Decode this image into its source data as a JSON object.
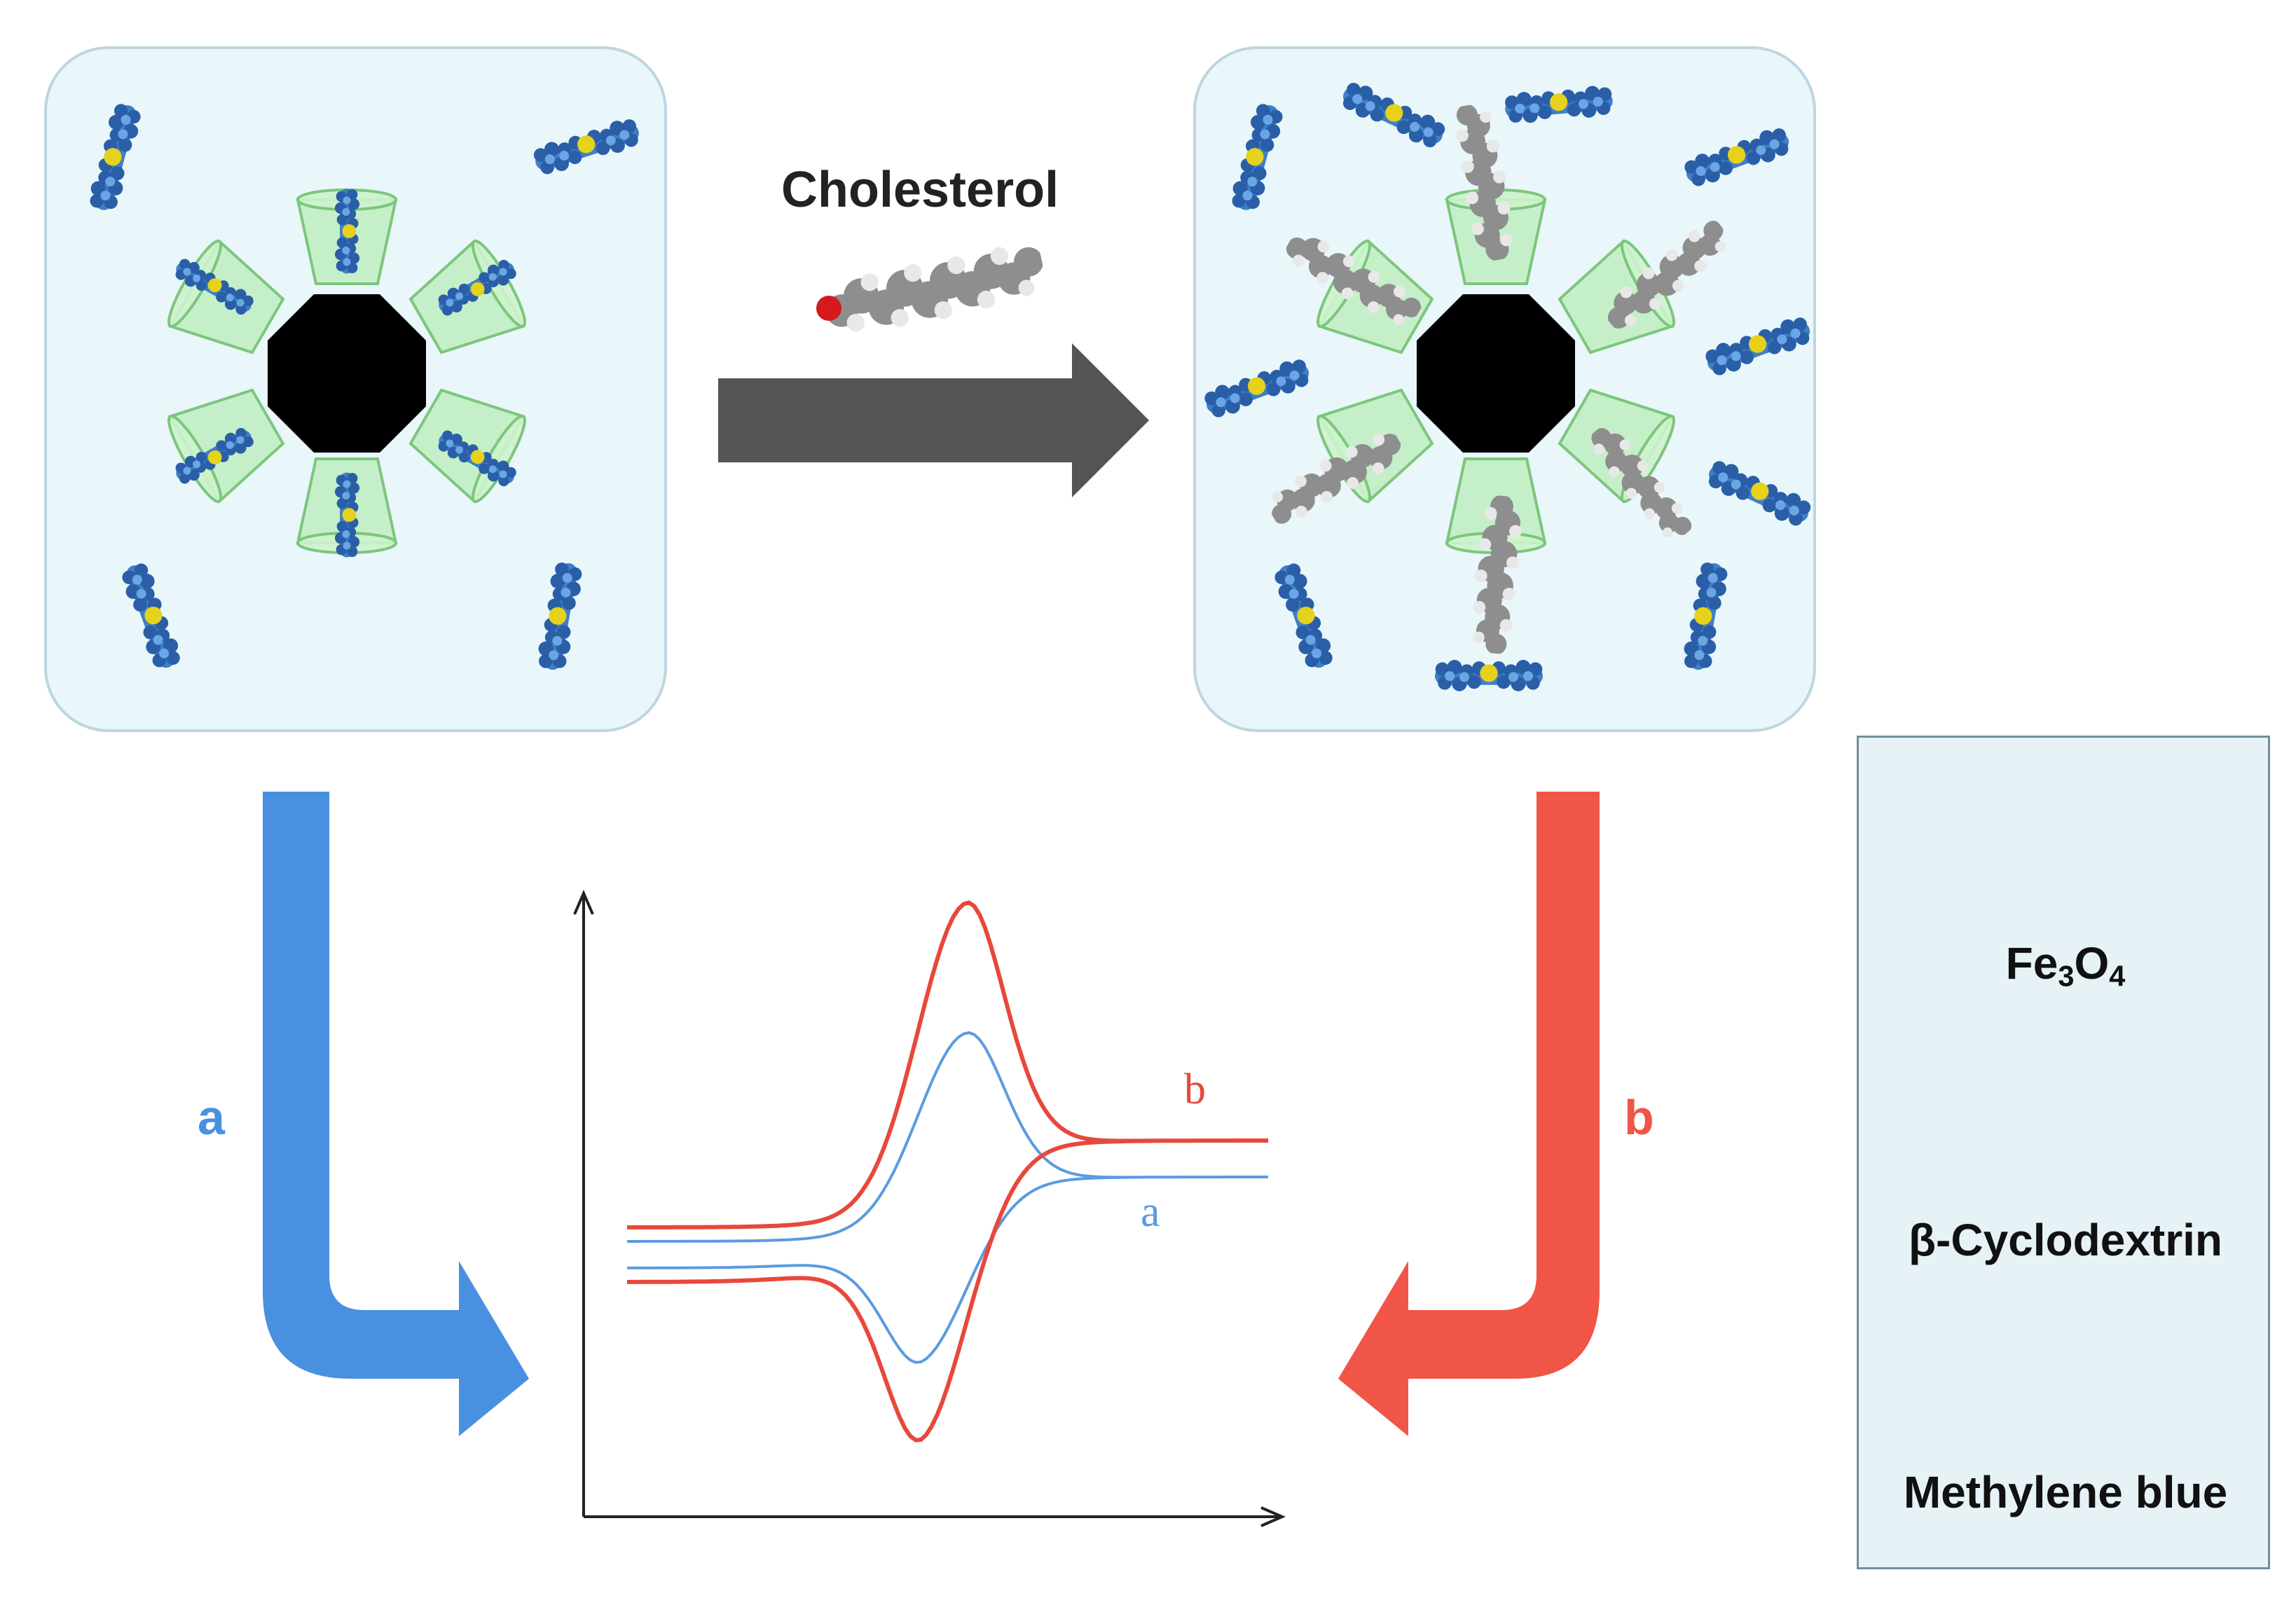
{
  "reagent_label": "Cholesterol",
  "arrow_a_label": "a",
  "arrow_b_label": "b",
  "curve_a_label": "a",
  "curve_b_label": "b",
  "legend": {
    "fe3o4": {
      "base": "Fe",
      "sub1": "3",
      "mid": "O",
      "sub2": "4"
    },
    "cyclodextrin": "β-Cyclodextrin",
    "methylene_blue": "Methylene blue"
  },
  "colors": {
    "panel_bg": "#e9f6fa",
    "cyclodextrin": "#b8ecb8",
    "methylene_blue": "#3f7fc8",
    "sulfur": "#e6d21a",
    "cholesterol": "#9a9a9a",
    "arrow_a": "#4a90e0",
    "arrow_b": "#f05548",
    "process_arrow": "#555555",
    "curve_a": "#5b9be0",
    "curve_b": "#e8483c"
  }
}
